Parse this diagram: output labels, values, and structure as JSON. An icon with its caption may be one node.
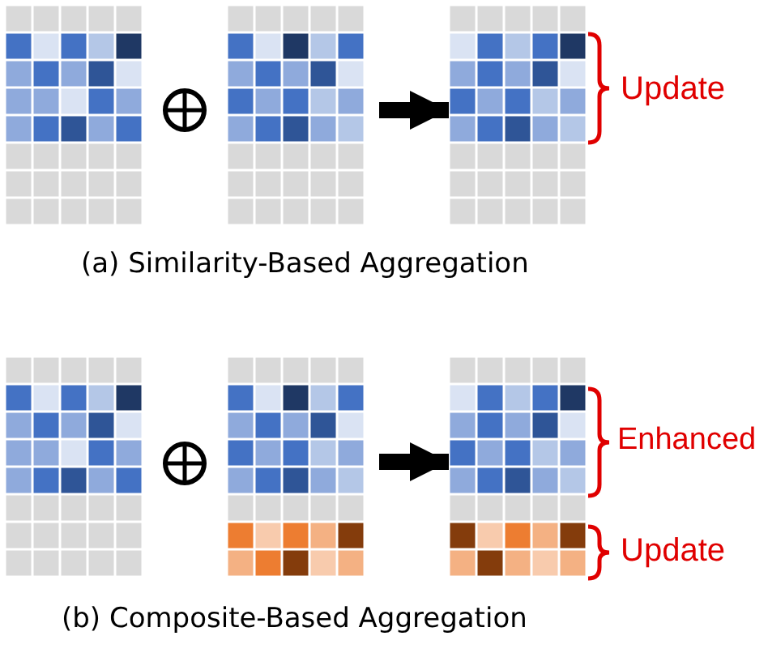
{
  "diagram": {
    "nodes": [
      {
        "text": [],
        "shape": "grid"
      },
      {
        "text": [],
        "shape": "grid"
      },
      {
        "text": [],
        "shape": "grid"
      },
      {
        "text": [],
        "shape": "grid"
      },
      {
        "text": [],
        "shape": "grid"
      },
      {
        "text": [],
        "shape": "grid"
      }
    ],
    "edges": [
      {
        "from": 1,
        "to": 2,
        "arrow": "to"
      },
      {
        "from": 4,
        "to": 5,
        "arrow": "to"
      }
    ],
    "labels": [
      "Update",
      "(a) Similarity-Based Aggregation",
      "Enhanced",
      "Update",
      "(b) Composite-Based Aggregation"
    ]
  }
}
